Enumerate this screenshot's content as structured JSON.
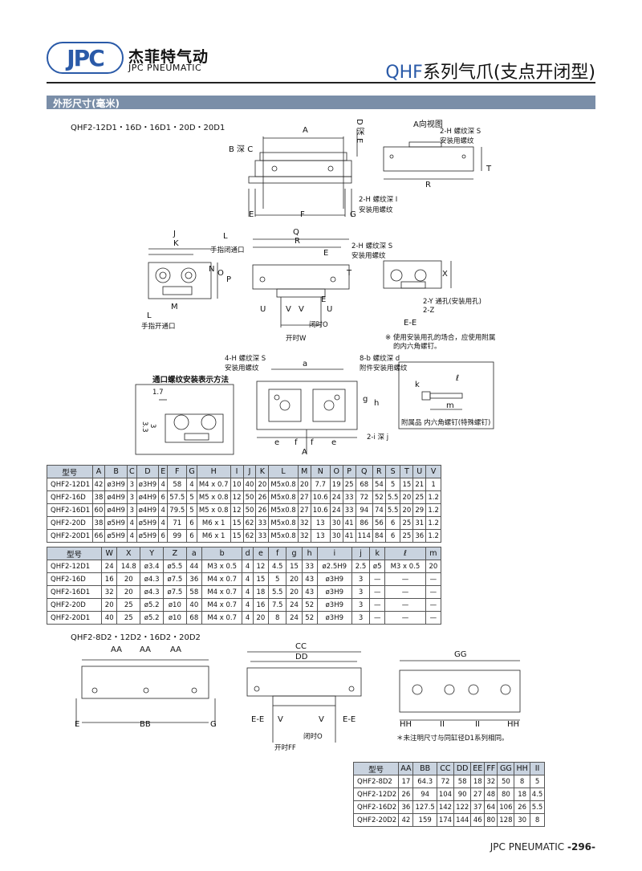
{
  "header": {
    "logo_text": "JPC",
    "brand_cn": "杰菲特气动",
    "brand_en": "JPC PNEUMATIC",
    "title_en": "QHF",
    "title_cn": "系列气爪(支点开闭型)"
  },
  "section": {
    "title": "外形尺寸(毫米)"
  },
  "top_models": "QHF2-12D1・16D・16D1・20D・20D1",
  "bottom_models": "QHF2-8D2・12D2・16D2・20D2",
  "drawing_labels": {
    "A": "A",
    "B_depth_C": "B 深 C",
    "D_depth_E": "D 深 E",
    "E": "E",
    "F": "F",
    "G": "G",
    "H_thread_I": "2-H 螺纹深 I",
    "mount_thread": "安装用螺纹",
    "a_view": "A向视图",
    "H_thread_S": "2-H 螺纹深 S",
    "R": "R",
    "T": "T",
    "J": "J",
    "K": "K",
    "L": "L",
    "finger_close": "手指闭通口",
    "finger_open": "手指开通口",
    "N": "N",
    "O": "O",
    "P": "P",
    "M": "M",
    "Q": "Q",
    "U": "U",
    "V": "V",
    "W_open": "开时W",
    "O_close": "闭时O",
    "X": "X",
    "Y_hole": "2-Y 通孔(安装用孔)",
    "Z": "2-Z",
    "EE": "E-E",
    "note1": "※ 使用安装用孔的场合，应使用附属",
    "note1b": "的内六角螺钉。",
    "H4_thread_S": "4-H 螺纹深 S",
    "b8_thread_d": "8-b 螺纹深 d",
    "attach_thread": "附件安装用螺纹",
    "port_title": "通口螺纹安装表示方法",
    "i_depth_j": "2-i 深 j",
    "a": "a",
    "g": "g",
    "h": "h",
    "e": "e",
    "f": "f",
    "k": "k",
    "l": "ℓ",
    "m": "m",
    "accessory": "附属品 内六角螺钉(特殊螺钉)",
    "dim_17": "1.7",
    "dim_33": "3.3",
    "dim_3": "3",
    "AA": "AA",
    "BB": "BB",
    "CC": "CC",
    "DD": "DD",
    "GG": "GG",
    "HH": "HH",
    "II": "II",
    "FF_open": "开时FF",
    "note2": "＊未注明尺寸与同缸径D1系列相同。"
  },
  "table1": {
    "headers": [
      "型号",
      "A",
      "B",
      "C",
      "D",
      "E",
      "F",
      "G",
      "H",
      "I",
      "J",
      "K",
      "L",
      "M",
      "N",
      "O",
      "P",
      "Q",
      "R",
      "S",
      "T",
      "U",
      "V"
    ],
    "rows": [
      [
        "QHF2-12D1",
        "42",
        "ø3H9",
        "3",
        "ø3H9",
        "4",
        "58",
        "4",
        "M4 x 0.7",
        "10",
        "40",
        "20",
        "M5x0.8",
        "20",
        "7.7",
        "19",
        "25",
        "68",
        "54",
        "5",
        "15",
        "21",
        "1"
      ],
      [
        "QHF2-16D",
        "38",
        "ø4H9",
        "3",
        "ø4H9",
        "6",
        "57.5",
        "5",
        "M5 x 0.8",
        "12",
        "50",
        "26",
        "M5x0.8",
        "27",
        "10.6",
        "24",
        "33",
        "72",
        "52",
        "5.5",
        "20",
        "25",
        "1.2"
      ],
      [
        "QHF2-16D1",
        "60",
        "ø4H9",
        "3",
        "ø4H9",
        "4",
        "79.5",
        "5",
        "M5 x 0.8",
        "12",
        "50",
        "26",
        "M5x0.8",
        "27",
        "10.6",
        "24",
        "33",
        "94",
        "74",
        "5.5",
        "20",
        "29",
        "1.2"
      ],
      [
        "QHF2-20D",
        "38",
        "ø5H9",
        "4",
        "ø5H9",
        "4",
        "71",
        "6",
        "M6 x 1",
        "15",
        "62",
        "33",
        "M5x0.8",
        "32",
        "13",
        "30",
        "41",
        "86",
        "56",
        "6",
        "25",
        "31",
        "1.2"
      ],
      [
        "QHF2-20D1",
        "66",
        "ø5H9",
        "4",
        "ø5H9",
        "6",
        "99",
        "6",
        "M6 x 1",
        "15",
        "62",
        "33",
        "M5x0.8",
        "32",
        "13",
        "30",
        "41",
        "114",
        "84",
        "6",
        "25",
        "36",
        "1.2"
      ]
    ]
  },
  "table2": {
    "headers": [
      "型号",
      "W",
      "X",
      "Y",
      "Z",
      "a",
      "b",
      "d",
      "e",
      "f",
      "g",
      "h",
      "i",
      "j",
      "k",
      "ℓ",
      "m"
    ],
    "rows": [
      [
        "QHF2-12D1",
        "24",
        "14.8",
        "ø3.4",
        "ø5.5",
        "44",
        "M3 x 0.5",
        "4",
        "12",
        "4.5",
        "15",
        "33",
        "ø2.5H9",
        "2.5",
        "ø5",
        "M3 x 0.5",
        "20"
      ],
      [
        "QHF2-16D",
        "16",
        "20",
        "ø4.3",
        "ø7.5",
        "36",
        "M4 x 0.7",
        "4",
        "15",
        "5",
        "20",
        "43",
        "ø3H9",
        "3",
        "—",
        "—",
        "—"
      ],
      [
        "QHF2-16D1",
        "32",
        "20",
        "ø4.3",
        "ø7.5",
        "58",
        "M4 x 0.7",
        "4",
        "18",
        "5.5",
        "20",
        "43",
        "ø3H9",
        "3",
        "—",
        "—",
        "—"
      ],
      [
        "QHF2-20D",
        "20",
        "25",
        "ø5.2",
        "ø10",
        "40",
        "M4 x 0.7",
        "4",
        "16",
        "7.5",
        "24",
        "52",
        "ø3H9",
        "3",
        "—",
        "—",
        "—"
      ],
      [
        "QHF2-20D1",
        "40",
        "25",
        "ø5.2",
        "ø10",
        "68",
        "M4 x 0.7",
        "4",
        "20",
        "8",
        "24",
        "52",
        "ø3H9",
        "3",
        "—",
        "—",
        "—"
      ]
    ]
  },
  "table3": {
    "headers": [
      "型号",
      "AA",
      "BB",
      "CC",
      "DD",
      "EE",
      "FF",
      "GG",
      "HH",
      "II"
    ],
    "rows": [
      [
        "QHF2-8D2",
        "17",
        "64.3",
        "72",
        "58",
        "18",
        "32",
        "50",
        "8",
        "5"
      ],
      [
        "QHF2-12D2",
        "26",
        "94",
        "104",
        "90",
        "27",
        "48",
        "80",
        "18",
        "4.5"
      ],
      [
        "QHF2-16D2",
        "36",
        "127.5",
        "142",
        "122",
        "37",
        "64",
        "106",
        "26",
        "5.5"
      ],
      [
        "QHF2-20D2",
        "42",
        "159",
        "174",
        "144",
        "46",
        "80",
        "128",
        "30",
        "8"
      ]
    ]
  },
  "footer": {
    "brand": "JPC PNEUMATIC",
    "page": "-296-"
  }
}
